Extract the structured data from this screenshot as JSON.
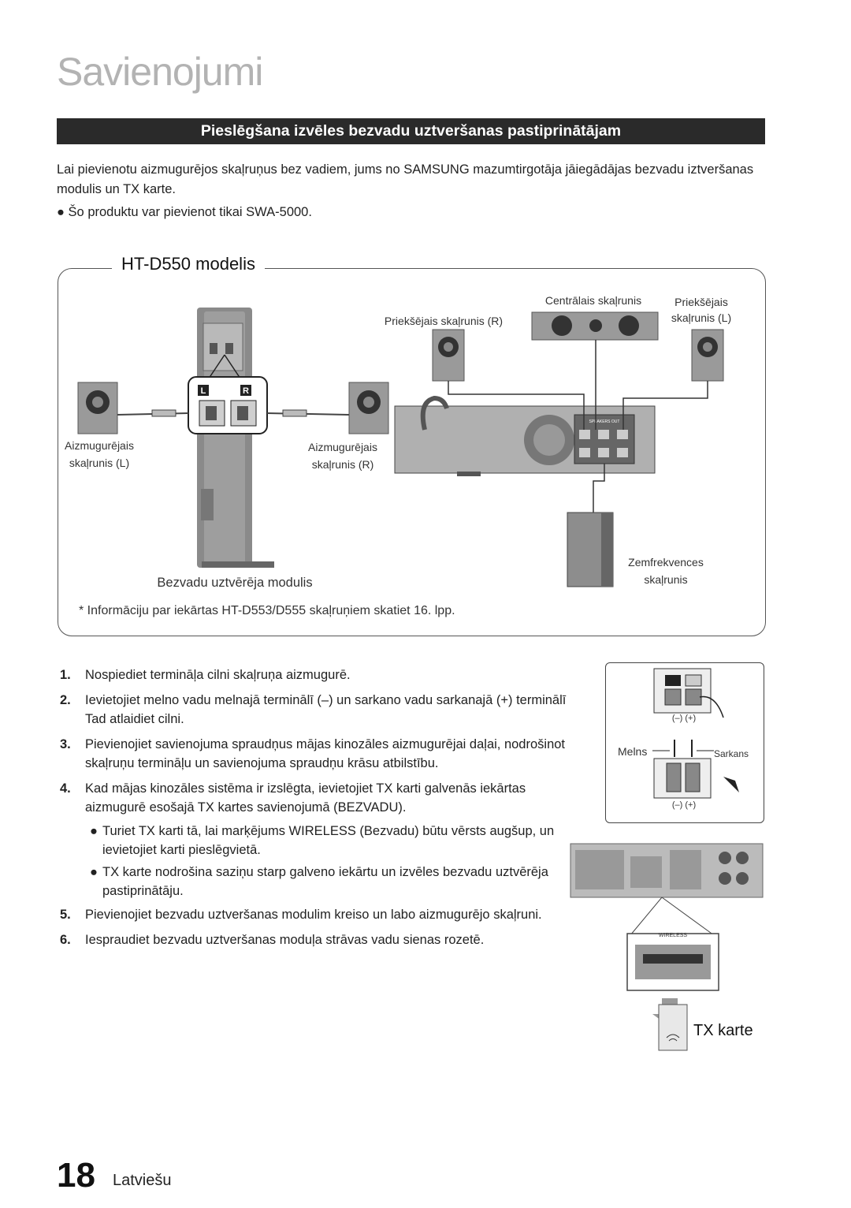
{
  "page": {
    "title": "Savienojumi",
    "section_title": "Pieslēgšana izvēles bezvadu uztveršanas pastiprinātājam",
    "intro": "Lai pievienotu aizmugurējos skaļruņus bez vadiem, jums no SAMSUNG mazumtirgotāja jāiegādājas bezvadu iztveršanas modulis un TX karte.",
    "note": "● Šo produktu var pievienot tikai SWA-5000.",
    "page_number": "18",
    "language": "Latviešu"
  },
  "diagram": {
    "model_title": "HT-D550 modelis",
    "labels": {
      "center_speaker": "Centrālais skaļrunis",
      "front_right": "Priekšējais skaļrunis (R)",
      "front_left_1": "Priekšējais",
      "front_left_2": "skaļrunis (L)",
      "rear_left_1": "Aizmugurējais",
      "rear_left_2": "skaļrunis (L)",
      "rear_right_1": "Aizmugurējais",
      "rear_right_2": "skaļrunis (R)",
      "wireless_module": "Bezvadu uztvērēja modulis",
      "subwoofer_1": "Zemfrekvences",
      "subwoofer_2": "skaļrunis",
      "left_marker": "L",
      "right_marker": "R",
      "speakers_out": "SPEAKERS OUT"
    },
    "footnote": "* Informāciju par iekārtas HT-D553/D555 skaļruņiem skatiet 16. lpp."
  },
  "steps": [
    {
      "num": "1.",
      "text": "Nospiediet termināļa cilni skaļruņa aizmugurē.",
      "subs": []
    },
    {
      "num": "2.",
      "text": "Ievietojiet melno vadu melnajā terminālī (–) un sarkano vadu sarkanajā (+) terminālī Tad atlaidiet cilni.",
      "subs": []
    },
    {
      "num": "3.",
      "text": "Pievienojiet savienojuma spraudņus mājas kinozāles aizmugurējai daļai, nodrošinot skaļruņu termināļu un savienojuma spraudņu krāsu atbilstību.",
      "subs": []
    },
    {
      "num": "4.",
      "text": "Kad mājas kinozāles sistēma ir izslēgta, ievietojiet TX karti galvenās iekārtas aizmugurē esošajā TX kartes savienojumā (BEZVADU).",
      "subs": [
        "Turiet TX karti tā, lai marķējums WIRELESS (Bezvadu) būtu vērsts augšup, un ievietojiet karti pieslēgvietā.",
        "TX karte nodrošina saziņu starp galveno iekārtu un izvēles bezvadu uztvērēja pastiprinātāju."
      ]
    },
    {
      "num": "5.",
      "text": "Pievienojiet bezvadu uztveršanas modulim kreiso un labo aizmugurējo skaļruni.",
      "subs": []
    },
    {
      "num": "6.",
      "text": "Iespraudiet bezvadu uztveršanas moduļa strāvas vadu sienas rozetē.",
      "subs": []
    }
  ],
  "inset": {
    "black_label": "Melns",
    "red_label": "Sarkans",
    "polarity": "(–) (+)",
    "wireless_label": "WIRELESS",
    "tx_card_label": "TX karte"
  }
}
